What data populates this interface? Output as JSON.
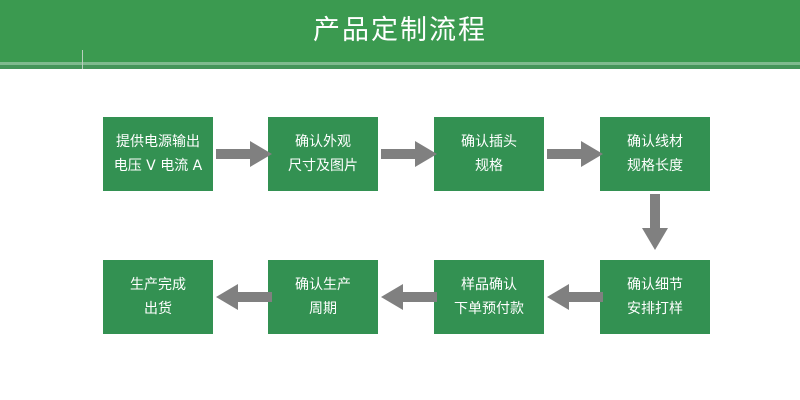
{
  "banner": {
    "title": "产品定制流程",
    "background_color": "#3b9a50",
    "text_color": "#ffffff"
  },
  "colors": {
    "node_green": "#339152",
    "banner_green": "#3b9a50",
    "arrow_gray": "#808080",
    "page_background": "#ffffff"
  },
  "flow": {
    "nodes": [
      {
        "id": 1,
        "line1": "提供电源输出",
        "line2": "电压 V 电流 A"
      },
      {
        "id": 2,
        "line1": "确认外观",
        "line2": "尺寸及图片"
      },
      {
        "id": 3,
        "line1": "确认插头",
        "line2": "规格"
      },
      {
        "id": 4,
        "line1": "确认线材",
        "line2": "规格长度"
      },
      {
        "id": 5,
        "line1": "确认细节",
        "line2": "安排打样"
      },
      {
        "id": 6,
        "line1": "样品确认",
        "line2": "下单预付款"
      },
      {
        "id": 7,
        "line1": "确认生产",
        "line2": "周期"
      },
      {
        "id": 8,
        "line1": "生产完成",
        "line2": "出货"
      }
    ],
    "arrows": [
      {
        "id": 1,
        "direction": "right",
        "from": 1,
        "to": 2
      },
      {
        "id": 2,
        "direction": "right",
        "from": 2,
        "to": 3
      },
      {
        "id": 3,
        "direction": "right",
        "from": 3,
        "to": 4
      },
      {
        "id": 4,
        "direction": "down",
        "from": 4,
        "to": 5
      },
      {
        "id": 5,
        "direction": "left",
        "from": 5,
        "to": 6
      },
      {
        "id": 6,
        "direction": "left",
        "from": 6,
        "to": 7
      },
      {
        "id": 7,
        "direction": "left",
        "from": 7,
        "to": 8
      }
    ]
  }
}
